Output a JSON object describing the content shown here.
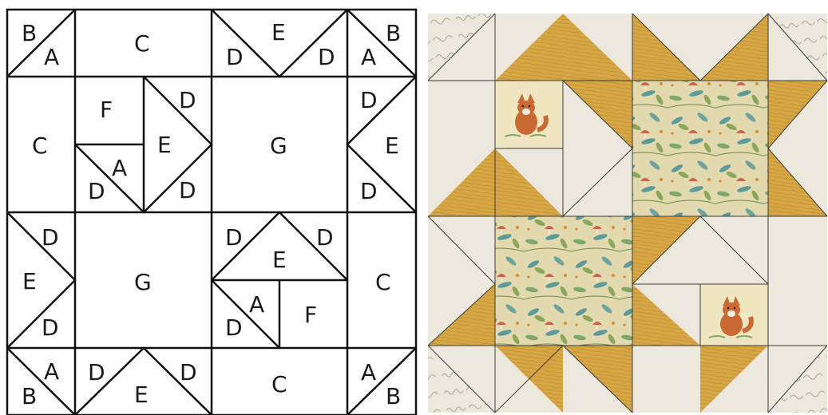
{
  "diagram": {
    "labels": {
      "A": "A",
      "B": "B",
      "C": "C",
      "D": "D",
      "E": "E",
      "F": "F",
      "G": "G"
    }
  },
  "quilt": {
    "colors": {
      "background": "#ECE8DE",
      "gold": "#D7A746",
      "gold_grain": "#B98A2C",
      "floral": "#E3D9AE",
      "leaf_teal": "#5E9A9A",
      "leaf_green": "#8CA75A",
      "mushroom": "#C9644B",
      "fox": "#C96A35",
      "seam": "#3a3a3a",
      "script": "#A9A18E"
    },
    "motifs": [
      "fox-print",
      "floral-print",
      "wood-grain",
      "script-text"
    ]
  }
}
